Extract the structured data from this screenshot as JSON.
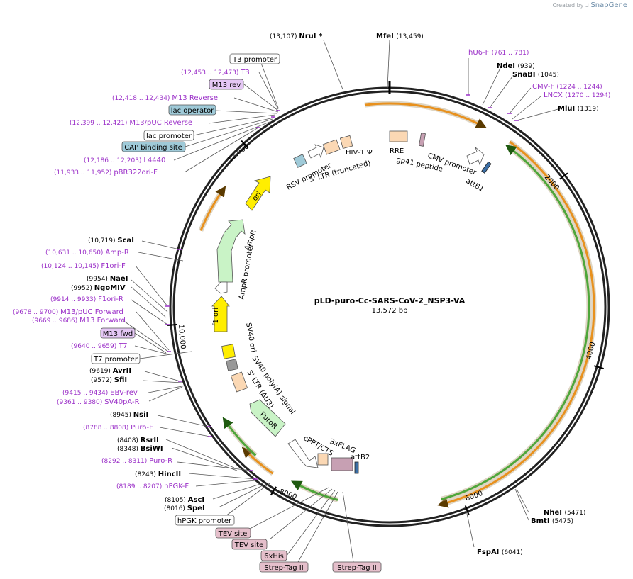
{
  "credit": {
    "prefix": "Created by",
    "brand": "SnapGene"
  },
  "plasmid": {
    "name": "pLD-puro-Cc-SARS-CoV-2_NSP3-VA",
    "size": "13,572 bp"
  },
  "colors": {
    "backbone": "#222222",
    "primer": "#9b30c8",
    "enzyme": "#000000",
    "orange_feature": "#e8911e",
    "green_feature": "#4ea63a",
    "ori": "#ffee00",
    "amp": "#c9f3c6",
    "peach": "#fbd8b4",
    "lac_operator": "#9fcad8",
    "tag": "#e5bfcb",
    "primer_box": "#e4c7f4"
  },
  "ticks": [
    "2000",
    "4000",
    "6000",
    "8000",
    "10,000",
    "12,000"
  ],
  "enzymes": [
    {
      "name": "NruI *",
      "pos": "(13,107)"
    },
    {
      "name": "MfeI",
      "pos": "(13,459)"
    },
    {
      "name": "NdeI",
      "pos": "(939)"
    },
    {
      "name": "SnaBI",
      "pos": "(1045)"
    },
    {
      "name": "MluI",
      "pos": "(1319)"
    },
    {
      "name": "NheI",
      "pos": "(5471)"
    },
    {
      "name": "BmtI",
      "pos": "(5475)"
    },
    {
      "name": "FspAI",
      "pos": "(6041)"
    },
    {
      "name": "ScaI",
      "pos": "(10,719)"
    },
    {
      "name": "NaeI",
      "pos": "(9954)"
    },
    {
      "name": "NgoMIV",
      "pos": "(9952)"
    },
    {
      "name": "AvrII",
      "pos": "(9619)"
    },
    {
      "name": "SfiI",
      "pos": "(9572)"
    },
    {
      "name": "NsiI",
      "pos": "(8945)"
    },
    {
      "name": "RsrII",
      "pos": "(8408)"
    },
    {
      "name": "BsiWI",
      "pos": "(8348)"
    },
    {
      "name": "HincII",
      "pos": "(8243)"
    },
    {
      "name": "AscI",
      "pos": "(8105)"
    },
    {
      "name": "SpeI",
      "pos": "(8016)"
    }
  ],
  "primers": [
    {
      "name": "hU6-F",
      "range": "(761 .. 781)"
    },
    {
      "name": "CMV-F",
      "range": "(1224 .. 1244)"
    },
    {
      "name": "LNCX",
      "range": "(1270 .. 1294)"
    },
    {
      "name": "T3",
      "range": "(12,453 .. 12,473)"
    },
    {
      "name": "M13 Reverse",
      "range": "(12,418 .. 12,434)"
    },
    {
      "name": "M13/pUC Reverse",
      "range": "(12,399 .. 12,421)"
    },
    {
      "name": "L4440",
      "range": "(12,186 .. 12,203)"
    },
    {
      "name": "pBR322ori-F",
      "range": "(11,933 .. 11,952)"
    },
    {
      "name": "Amp-R",
      "range": "(10,631 .. 10,650)"
    },
    {
      "name": "F1ori-F",
      "range": "(10,124 .. 10,145)"
    },
    {
      "name": "F1ori-R",
      "range": "(9914 .. 9933)"
    },
    {
      "name": "M13/pUC Forward",
      "range": "(9678 .. 9700)"
    },
    {
      "name": "M13 Forward",
      "range": "(9669 .. 9686)"
    },
    {
      "name": "T7",
      "range": "(9640 .. 9659)"
    },
    {
      "name": "EBV-rev",
      "range": "(9415 .. 9434)"
    },
    {
      "name": "SV40pA-R",
      "range": "(9361 .. 9380)"
    },
    {
      "name": "Puro-F",
      "range": "(8788 .. 8808)"
    },
    {
      "name": "Puro-R",
      "range": "(8292 .. 8311)"
    },
    {
      "name": "hPGK-F",
      "range": "(8189 .. 8207)"
    }
  ],
  "boxed_labels": {
    "t3_promoter": "T3 promoter",
    "m13_rev": "M13 rev",
    "lac_operator": "lac operator",
    "lac_promoter": "lac promoter",
    "cap_site": "CAP binding site",
    "m13_fwd": "M13 fwd",
    "t7_promoter": "T7 promoter",
    "hpgk_promoter": "hPGK promoter",
    "tev_site_1": "TEV site",
    "tev_site_2": "TEV site",
    "his6": "6xHis",
    "strep_1": "Strep-Tag II",
    "strep_2": "Strep-Tag II"
  },
  "inner_labels": {
    "hiv_psi": "HIV-1 Ψ",
    "rre": "RRE",
    "gp41": "gp41 peptide",
    "cmv_promoter": "CMV promoter",
    "attb1": "attB1",
    "rsv_promoter": "RSV promoter",
    "ltr_trunc": "5' LTR (truncated)",
    "ori": "ori",
    "ampr": "AmpR",
    "ampr_promoter": "AmpR promoter",
    "f1_ori": "f1 ori",
    "sv40_ori": "SV40 ori",
    "sv40_polya": "SV40 poly(A) signal",
    "ltr3": "3' LTR (ΔU3)",
    "puror": "PuroR",
    "cppt": "cPPT/CTS",
    "flag": "3xFLAG",
    "attb2": "attB2"
  }
}
